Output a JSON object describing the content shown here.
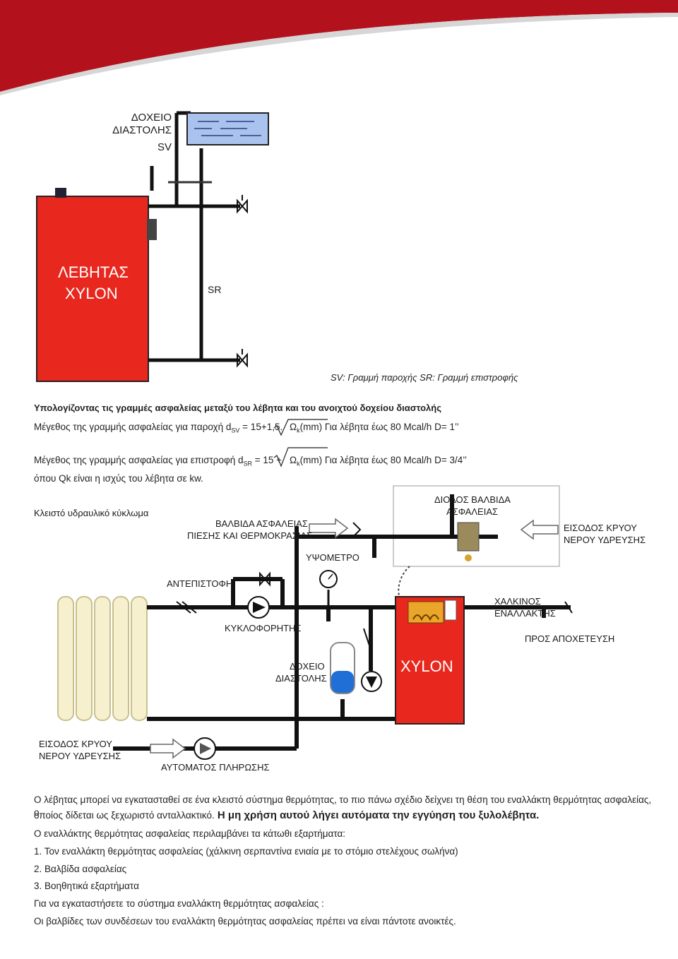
{
  "diagram1": {
    "tank_label_l1": "ΔΟΧΕΙΟ",
    "tank_label_l2": "ΔΙΑΣΤΟΛΗΣ",
    "tank_label_l3": "SV",
    "boiler_l1": "ΛΕΒΗΤΑΣ",
    "boiler_l2": "XYLON",
    "sr_label": "SR",
    "caption": "SV: Γραμμή παροχής SR: Γραμμή επιστροφής"
  },
  "calc": {
    "heading": "Υπολογίζοντας τις γραμμές ασφαλείας μεταξύ του λέβητα και του ανοιχτού δοχείου διαστολής",
    "line1_pre": "Μέγεθος της γραμμής ασφαλείας για παροχή d",
    "line1_sub": "SV",
    "line1_mid": " = 15+1,5.",
    "line1_post": "Ω",
    "line1_sub2": "k",
    "line1_tail": "(mm) Για λέβητα έως 80 Mcal/h D= 1’’",
    "line2_pre": "Μέγεθος της γραμμής ασφαλείας για επιστροφή d",
    "line2_sub": "SR",
    "line2_mid": " = 15 +",
    "line2_post": "Ω",
    "line2_sub2": "k",
    "line2_tail": "(mm) Για λέβητα έως 80 Mcal/h D= 3/4’’",
    "line3": "όπου Qk είναι η ισχύς του λέβητα σε kw."
  },
  "diagram2": {
    "closed_circuit": "Κλειστό υδραυλικό κύκλωμα",
    "valve_l1": "ΒΑΛΒΙΔΑ ΑΣΦΑΛΕΙΑΣ",
    "valve_l2": "ΠΙΕΣΗΣ ΚΑΙ ΘΕΡΜΟΚΡΑΣΙΑΣ",
    "diode_l1": "ΔΙΟΔΟΣ ΒΑΛΒΙΔΑ",
    "diode_l2": "ΑΣΦΑΛΕΙΑΣ",
    "inlet_r_l1": "ΕΙΣΟΔΟΣ ΚΡΥΟΥ",
    "inlet_r_l2": "ΝΕΡΟΥ ΥΔΡΕΥΣΗΣ",
    "altimeter": "ΥΨΟΜΕΤΡΟ",
    "check": "ΑΝΤΕΠΙΣΤΟΦΗ",
    "exchanger_l1": "ΧΑΛΚΙΝΟΣ",
    "exchanger_l2": "ΕΝΑΛΛΑΚΤΗΣ",
    "circulator": "ΚΥΚΛΟΦΟΡΗΤΗΣ",
    "drain": "ΠΡΟΣ ΑΠΟΧΕΤΕΥΣΗ",
    "exp_l1": "ΔΟΧΕΙΟ",
    "exp_l2": "ΔΙΑΣΤΟΛΗΣ",
    "boiler": "XYLON",
    "inlet_l_l1": "ΕΙΣΟΔΟΣ ΚΡΥΟΥ",
    "inlet_l_l2": "ΝΕΡΟΥ ΥΔΡΕΥΣΗΣ",
    "autofill": "ΑΥΤΟΜΑΤΟΣ ΠΛΗΡΩΣΗΣ"
  },
  "body": {
    "p1": "Ο λέβητας μπορεί να εγκατασταθεί σε ένα κλειστό σύστημα θερμότητας, το πιο πάνω σχέδιο δείχνει τη θέση του εναλλάκτη θερμότητας ασφαλείας, ο",
    "p2": "οποίος δίδεται ως ξεχωριστό ανταλλακτικό.",
    "p2_bold": " Η μη χρήση αυτού λήγει αυτόματα την εγγύηση του ξυλολέβητα.",
    "p3": "Ο εναλλάκτης θερμότητας ασφαλείας περιλαμβάνει τα κάτωθι εξαρτήματα:",
    "li1": "1. Τον εναλλάκτη θερμότητας ασφαλείας (χάλκινη σερπαντίνα ενιαία με το στόμιο στελέχους σωλήνα)",
    "li2": "2. Βαλβίδα ασφαλείας",
    "li3": "3. Βοηθητικά εξαρτήματα",
    "p4": "Για να εγκαταστήσετε το σύστημα εναλλάκτη θερμότητας ασφαλείας :",
    "p5": "Οι βαλβίδες των συνδέσεων του εναλλάκτη θερμότητας ασφαλείας πρέπει να είναι πάντοτε ανοικτές."
  },
  "colors": {
    "accent_red": "#b3121c",
    "boiler_red": "#e8281e",
    "water_blue": "#1f6fd6"
  }
}
